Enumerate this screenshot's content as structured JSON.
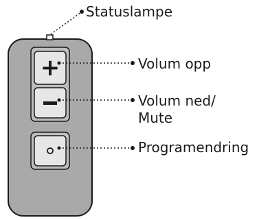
{
  "labels": {
    "status_lamp": "Statuslampe",
    "volume_up": "Volum opp",
    "volume_down_line1": "Volum ned/",
    "volume_down_line2": "Mute",
    "program_change": "Programendring"
  },
  "buttons": {
    "volume_up_glyph": "+",
    "volume_down_glyph": "–",
    "program_glyph": "o"
  },
  "colors": {
    "body_fill": "#a9a9a9",
    "button_fill": "#e6e6e6",
    "outline": "#1a1a1a"
  }
}
